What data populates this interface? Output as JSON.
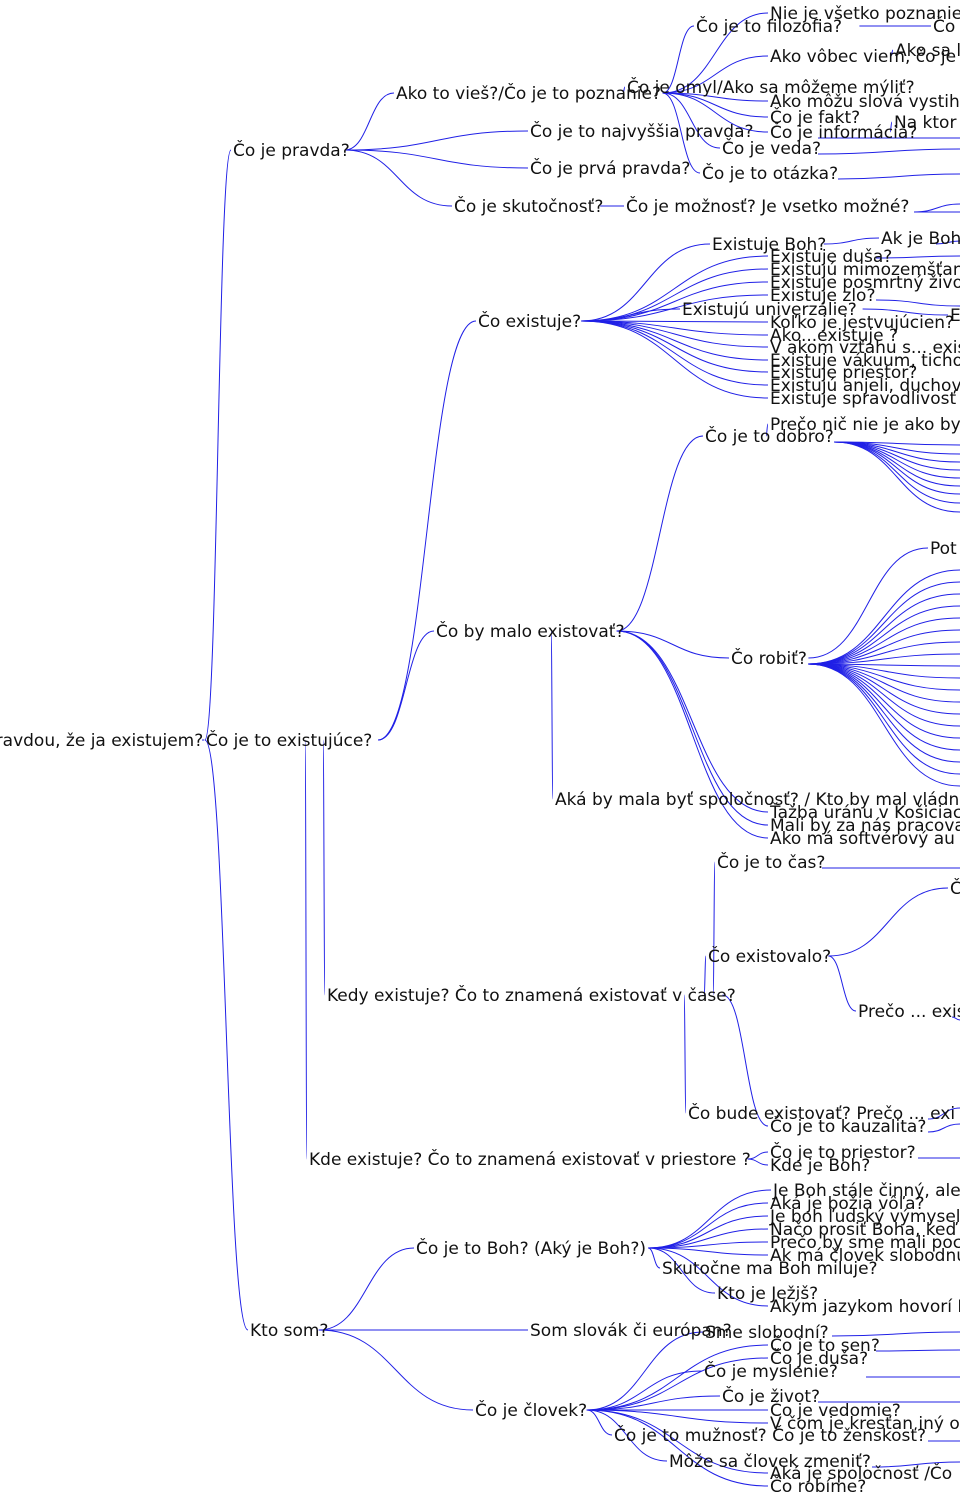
{
  "colors": {
    "edge": "#2020e6",
    "text": "#111111",
    "background": "#ffffff"
  },
  "nodes": [
    {
      "id": "root",
      "label": "Je pravdou, že ja existujem?"
    },
    {
      "id": "pravda",
      "label": "Čo je pravda?"
    },
    {
      "id": "existujuce",
      "label": "Čo je to existujúce?"
    },
    {
      "id": "ktosom",
      "label": "Kto som?"
    },
    {
      "id": "poznanie",
      "label": "Ako to vieš?/Čo je to poznanie?"
    },
    {
      "id": "najvyssia",
      "label": "Čo je to najvyššia pravda?"
    },
    {
      "id": "prva",
      "label": "Čo je prvá pravda?"
    },
    {
      "id": "skutocnost",
      "label": "Čo je skutočnosť?"
    },
    {
      "id": "moznost",
      "label": "Čo je možnosť? Je vsetko možné?"
    },
    {
      "id": "nieje",
      "label": "Nie je všetko poznanie"
    },
    {
      "id": "filozofia",
      "label": "Čo je to filozofia?"
    },
    {
      "id": "filozofia_c",
      "label": "Čo"
    },
    {
      "id": "akoviem",
      "label": "Ako vôbec viem, čo je"
    },
    {
      "id": "akosa",
      "label": "Ako sa l"
    },
    {
      "id": "omyl",
      "label": "Čo je omyl/Ako sa môžeme mýliť?"
    },
    {
      "id": "slova",
      "label": "Ako môžu slová vystih"
    },
    {
      "id": "fakt",
      "label": "Čo je fakt?"
    },
    {
      "id": "informacia",
      "label": "Čo je informácia?"
    },
    {
      "id": "naktor",
      "label": "Na ktor"
    },
    {
      "id": "veda",
      "label": "Čo je veda?"
    },
    {
      "id": "otazka",
      "label": "Čo je to otázka?"
    },
    {
      "id": "coexistuje",
      "label": "Čo existuje?"
    },
    {
      "id": "bymalo",
      "label": "Čo by malo existovať?"
    },
    {
      "id": "kedy",
      "label": "Kedy existuje? Čo to znamená existovať v čase?"
    },
    {
      "id": "kde",
      "label": "Kde existuje? Čo to znamená existovať v priestore ?"
    },
    {
      "id": "boh",
      "label": "Existuje Boh?"
    },
    {
      "id": "akjeboh",
      "label": "Ak je Boh"
    },
    {
      "id": "dusa",
      "label": "Existuje duša?"
    },
    {
      "id": "mimozem",
      "label": "Existujú mimozemšťan"
    },
    {
      "id": "posmrtny",
      "label": "Existuje posmrtný živo"
    },
    {
      "id": "zlo",
      "label": "Existuje zlo?"
    },
    {
      "id": "univerzalie",
      "label": "Existujú univerzálie?"
    },
    {
      "id": "univ_e",
      "label": "E"
    },
    {
      "id": "kolko",
      "label": "Koľko je jestvujúcien?"
    },
    {
      "id": "akoexistuje",
      "label": "Ako...existuje ?"
    },
    {
      "id": "vakom",
      "label": "V akom vzťahu s... exis"
    },
    {
      "id": "vakuum",
      "label": "Existuje vákuum, ticho"
    },
    {
      "id": "priestor1",
      "label": "Existuje priestor?"
    },
    {
      "id": "anjeli",
      "label": "Existujú anjeli, duchov"
    },
    {
      "id": "sprav",
      "label": "Existuje spravodlivosť"
    },
    {
      "id": "dobro",
      "label": "Čo je to dobro?"
    },
    {
      "id": "precnic",
      "label": "Prečo nič nie je ako by"
    },
    {
      "id": "robit",
      "label": "Čo robiť?"
    },
    {
      "id": "pot",
      "label": "Pot"
    },
    {
      "id": "spolocnost",
      "label": "Aká by mala byť spoločnosť? / Kto by mal vládn"
    },
    {
      "id": "uran",
      "label": "Ťažba uránu v Košiciach"
    },
    {
      "id": "pracova",
      "label": "Mali by za nás pracova"
    },
    {
      "id": "softver",
      "label": "Ako má softvérový au"
    },
    {
      "id": "cas",
      "label": "Čo je to čas?"
    },
    {
      "id": "existovalo",
      "label": "Čo existovalo?"
    },
    {
      "id": "existovalo_c",
      "label": "Č"
    },
    {
      "id": "preco_exis",
      "label": "Prečo ... exis"
    },
    {
      "id": "budeexistovat",
      "label": "Čo bude existovať? Prečo ... exi"
    },
    {
      "id": "kauzalita",
      "label": "Čo je to kauzalita?"
    },
    {
      "id": "priestor2",
      "label": "Čo je to priestor?"
    },
    {
      "id": "kdeboh",
      "label": "Kde je Boh?"
    },
    {
      "id": "jeboh",
      "label": "Čo je to Boh? (Aký je Boh?)"
    },
    {
      "id": "slovak",
      "label": "Som slovák či európan?"
    },
    {
      "id": "clovek",
      "label": "Čo je človek?"
    },
    {
      "id": "stalecinny",
      "label": "Je Boh stále činný, ale"
    },
    {
      "id": "bozia",
      "label": "Aká je božia vôľa?"
    },
    {
      "id": "vymysel",
      "label": "Je boh ľudský výmysel"
    },
    {
      "id": "nacoprosit",
      "label": "Načo prosiť Boha, keď"
    },
    {
      "id": "precobysme",
      "label": "Prečo by sme mali poc"
    },
    {
      "id": "slobodnu",
      "label": "Ak má človek slobodnú"
    },
    {
      "id": "miluje",
      "label": "Skutočne ma Boh miluje?"
    },
    {
      "id": "jezis",
      "label": "Kto je Ježiš?"
    },
    {
      "id": "jazyk",
      "label": "Akým jazykom hovorí B"
    },
    {
      "id": "slobodni",
      "label": "Sme slobodní?"
    },
    {
      "id": "sen",
      "label": "Čo je to sen?"
    },
    {
      "id": "dusa2",
      "label": "Čo je duša?"
    },
    {
      "id": "myslenie",
      "label": "Čo je myslenie?"
    },
    {
      "id": "zivot",
      "label": "Čo je život?"
    },
    {
      "id": "vedomie",
      "label": "Čo je vedomie?"
    },
    {
      "id": "krestan",
      "label": "V čom je kresťan iný o"
    },
    {
      "id": "muznost",
      "label": "Čo je to mužnosť? Čo je to ženskosť?"
    },
    {
      "id": "zmenit",
      "label": "Môže sa človek zmeniť?"
    },
    {
      "id": "spolocnost2",
      "label": "Aká je spoločnosť /Čo"
    },
    {
      "id": "robime",
      "label": "Čo robíme?"
    }
  ],
  "edges": [
    [
      "root",
      "pravda"
    ],
    [
      "root",
      "existujuce"
    ],
    [
      "root",
      "ktosom"
    ],
    [
      "pravda",
      "poznanie"
    ],
    [
      "pravda",
      "najvyssia"
    ],
    [
      "pravda",
      "prva"
    ],
    [
      "pravda",
      "skutocnost"
    ],
    [
      "skutocnost",
      "moznost"
    ],
    [
      "poznanie",
      "nieje"
    ],
    [
      "poznanie",
      "filozofia"
    ],
    [
      "poznanie",
      "akoviem"
    ],
    [
      "poznanie",
      "omyl"
    ],
    [
      "poznanie",
      "slova"
    ],
    [
      "poznanie",
      "fakt"
    ],
    [
      "poznanie",
      "informacia"
    ],
    [
      "poznanie",
      "veda"
    ],
    [
      "poznanie",
      "otazka"
    ],
    [
      "filozofia",
      "filozofia_c"
    ],
    [
      "akoviem",
      "akosa"
    ],
    [
      "informacia",
      "naktor"
    ],
    [
      "existujuce",
      "coexistuje"
    ],
    [
      "existujuce",
      "bymalo"
    ],
    [
      "existujuce",
      "kedy"
    ],
    [
      "existujuce",
      "kde"
    ],
    [
      "coexistuje",
      "boh"
    ],
    [
      "coexistuje",
      "dusa"
    ],
    [
      "coexistuje",
      "mimozem"
    ],
    [
      "coexistuje",
      "posmrtny"
    ],
    [
      "coexistuje",
      "zlo"
    ],
    [
      "coexistuje",
      "univerzalie"
    ],
    [
      "coexistuje",
      "kolko"
    ],
    [
      "coexistuje",
      "akoexistuje"
    ],
    [
      "coexistuje",
      "vakom"
    ],
    [
      "coexistuje",
      "vakuum"
    ],
    [
      "coexistuje",
      "priestor1"
    ],
    [
      "coexistuje",
      "anjeli"
    ],
    [
      "coexistuje",
      "sprav"
    ],
    [
      "boh",
      "akjeboh"
    ],
    [
      "univerzalie",
      "univ_e"
    ],
    [
      "bymalo",
      "dobro"
    ],
    [
      "bymalo",
      "robit"
    ],
    [
      "bymalo",
      "spolocnost"
    ],
    [
      "bymalo",
      "uran"
    ],
    [
      "bymalo",
      "pracova"
    ],
    [
      "bymalo",
      "softver"
    ],
    [
      "dobro",
      "precnic"
    ],
    [
      "robit",
      "pot"
    ],
    [
      "kedy",
      "cas"
    ],
    [
      "kedy",
      "existovalo"
    ],
    [
      "kedy",
      "budeexistovat"
    ],
    [
      "kedy",
      "kauzalita"
    ],
    [
      "existovalo",
      "existovalo_c"
    ],
    [
      "existovalo",
      "preco_exis"
    ],
    [
      "kde",
      "priestor2"
    ],
    [
      "kde",
      "kdeboh"
    ],
    [
      "ktosom",
      "jeboh"
    ],
    [
      "ktosom",
      "slovak"
    ],
    [
      "ktosom",
      "clovek"
    ],
    [
      "jeboh",
      "stalecinny"
    ],
    [
      "jeboh",
      "bozia"
    ],
    [
      "jeboh",
      "vymysel"
    ],
    [
      "jeboh",
      "nacoprosit"
    ],
    [
      "jeboh",
      "precobysme"
    ],
    [
      "jeboh",
      "slobodnu"
    ],
    [
      "jeboh",
      "miluje"
    ],
    [
      "jeboh",
      "jezis"
    ],
    [
      "jeboh",
      "jazyk"
    ],
    [
      "clovek",
      "slobodni"
    ],
    [
      "clovek",
      "sen"
    ],
    [
      "clovek",
      "dusa2"
    ],
    [
      "clovek",
      "myslenie"
    ],
    [
      "clovek",
      "zivot"
    ],
    [
      "clovek",
      "vedomie"
    ],
    [
      "clovek",
      "krestan"
    ],
    [
      "clovek",
      "muznost"
    ],
    [
      "clovek",
      "zmenit"
    ],
    [
      "clovek",
      "spolocnost2"
    ],
    [
      "clovek",
      "robime"
    ]
  ]
}
